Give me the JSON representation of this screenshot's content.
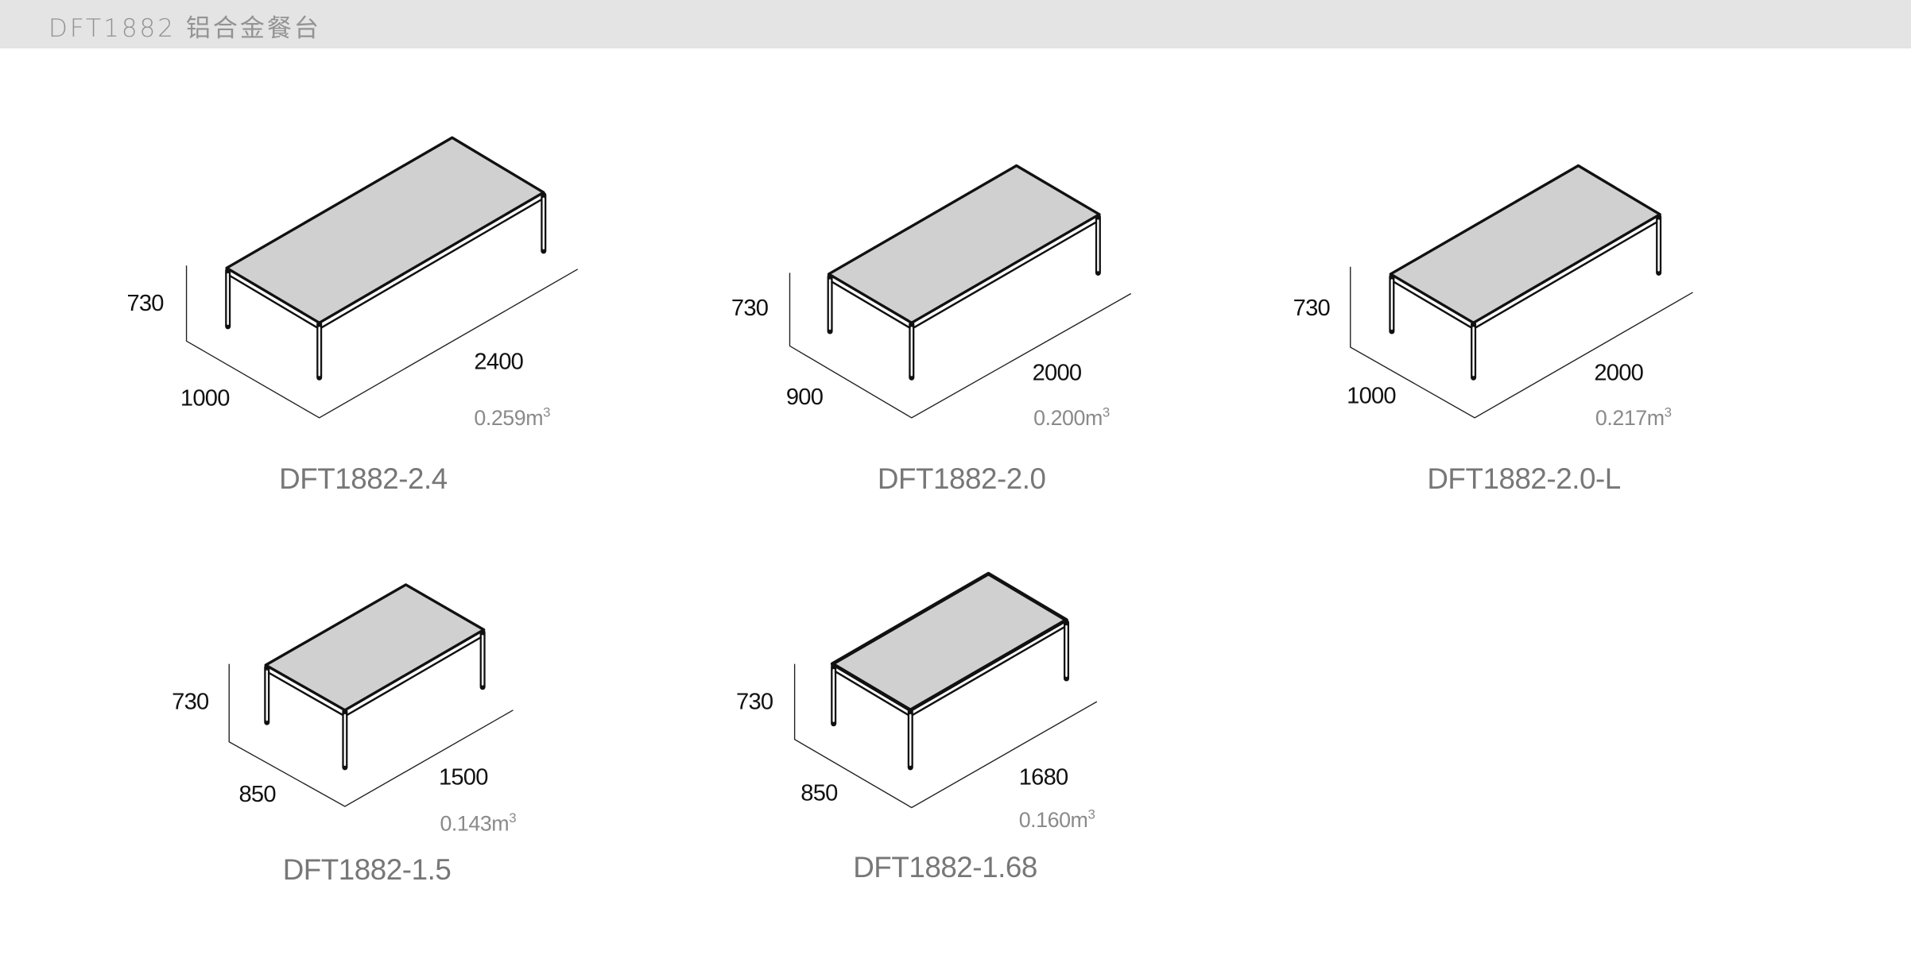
{
  "header": {
    "title": "DFT1882 铝合金餐台",
    "background": "#e4e4e4",
    "text_color": "#939393"
  },
  "colors": {
    "tabletop_fill": "#d0d0d0",
    "line": "#111111",
    "dimension_text": "#111111",
    "volume_text": "#8a8a8a",
    "model_text": "#777777"
  },
  "tables": [
    {
      "model": "DFT1882-2.4",
      "height": "730",
      "depth": "1000",
      "length": "2400",
      "volume": "0.259m",
      "volume_unit_sup": "3"
    },
    {
      "model": "DFT1882-2.0",
      "height": "730",
      "depth": "900",
      "length": "2000",
      "volume": "0.200m",
      "volume_unit_sup": "3"
    },
    {
      "model": "DFT1882-2.0-L",
      "height": "730",
      "depth": "1000",
      "length": "2000",
      "volume": "0.217m",
      "volume_unit_sup": "3"
    },
    {
      "model": "DFT1882-1.5",
      "height": "730",
      "depth": "850",
      "length": "1500",
      "volume": "0.143m",
      "volume_unit_sup": "3"
    },
    {
      "model": "DFT1882-1.68",
      "height": "730",
      "depth": "850",
      "length": "1680",
      "volume": "0.160m",
      "volume_unit_sup": "3"
    }
  ]
}
